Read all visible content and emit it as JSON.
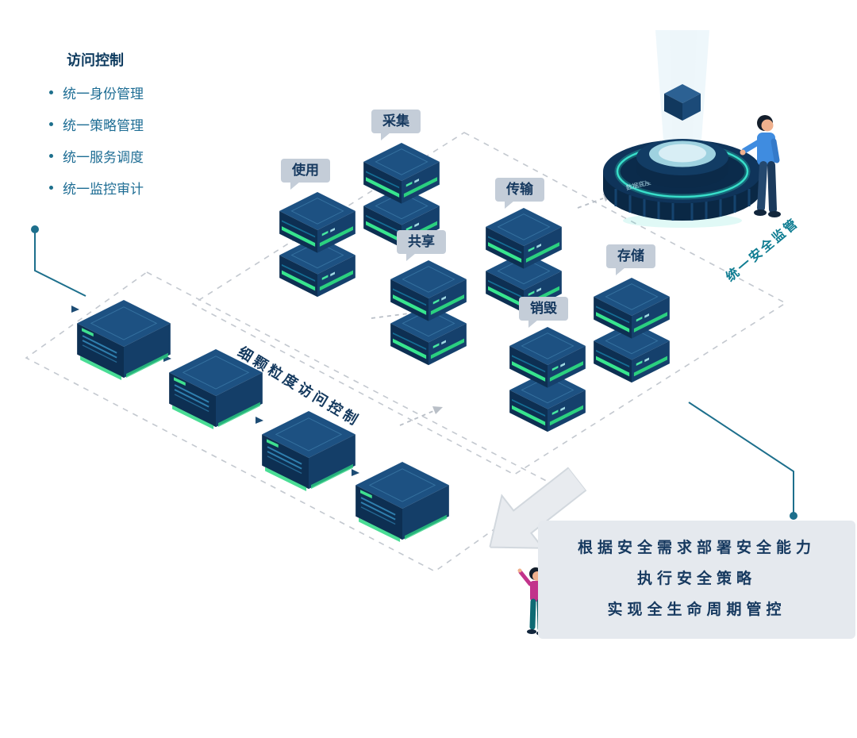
{
  "access_control": {
    "title": "访问控制",
    "items": [
      "统一身份管理",
      "统一策略管理",
      "统一服务调度",
      "统一监控审计"
    ]
  },
  "lifecycle_nodes": [
    {
      "label": "采集"
    },
    {
      "label": "使用"
    },
    {
      "label": "共享"
    },
    {
      "label": "传输"
    },
    {
      "label": "销毁"
    },
    {
      "label": "存储"
    }
  ],
  "labels": {
    "fine_grained_access": "细颗粒度访问控制",
    "unified_supervision": "统一安全监管",
    "platform_badge": "数据底座"
  },
  "callout": {
    "lines": [
      "根据安全需求部署安全能力",
      "执行安全策略",
      "实现全生命周期管控"
    ]
  },
  "colors": {
    "navy_text": "#123a5e",
    "teal_accent": "#0f7d92",
    "connector_teal": "#1d6f8c",
    "bubble_bg": "#c4cdd8",
    "server_green": "#38e38d",
    "callout_bg": "#e5e9ee",
    "dashed_gray": "#c3c8cf"
  }
}
